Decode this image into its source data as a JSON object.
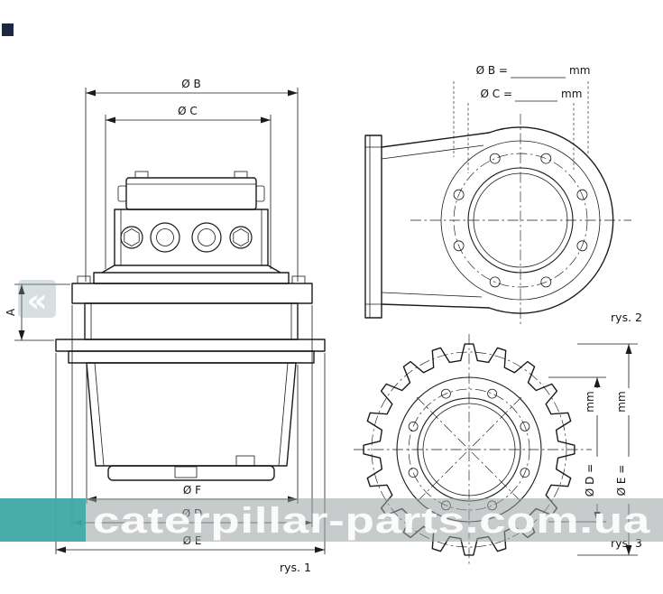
{
  "figure1": {
    "caption": "rys. 1",
    "dim_b": "Ø B",
    "dim_c": "Ø C",
    "dim_f": "Ø F",
    "dim_d": "Ø D",
    "dim_e": "Ø E",
    "dim_a": "A"
  },
  "figure2": {
    "caption": "rys. 2",
    "dim_b_label": "Ø B =",
    "dim_b_unit": "mm",
    "dim_c_label": "Ø C =",
    "dim_c_unit": "mm"
  },
  "figure3": {
    "caption": "rys. 3",
    "dim_d_label": "Ø D =",
    "dim_d_unit": "mm",
    "dim_e_label": "Ø E =",
    "dim_e_unit": "mm"
  },
  "watermark": {
    "site": "caterpillar-parts.com.ua",
    "chevron": "«",
    "accent_color": "#3aa9a4"
  }
}
